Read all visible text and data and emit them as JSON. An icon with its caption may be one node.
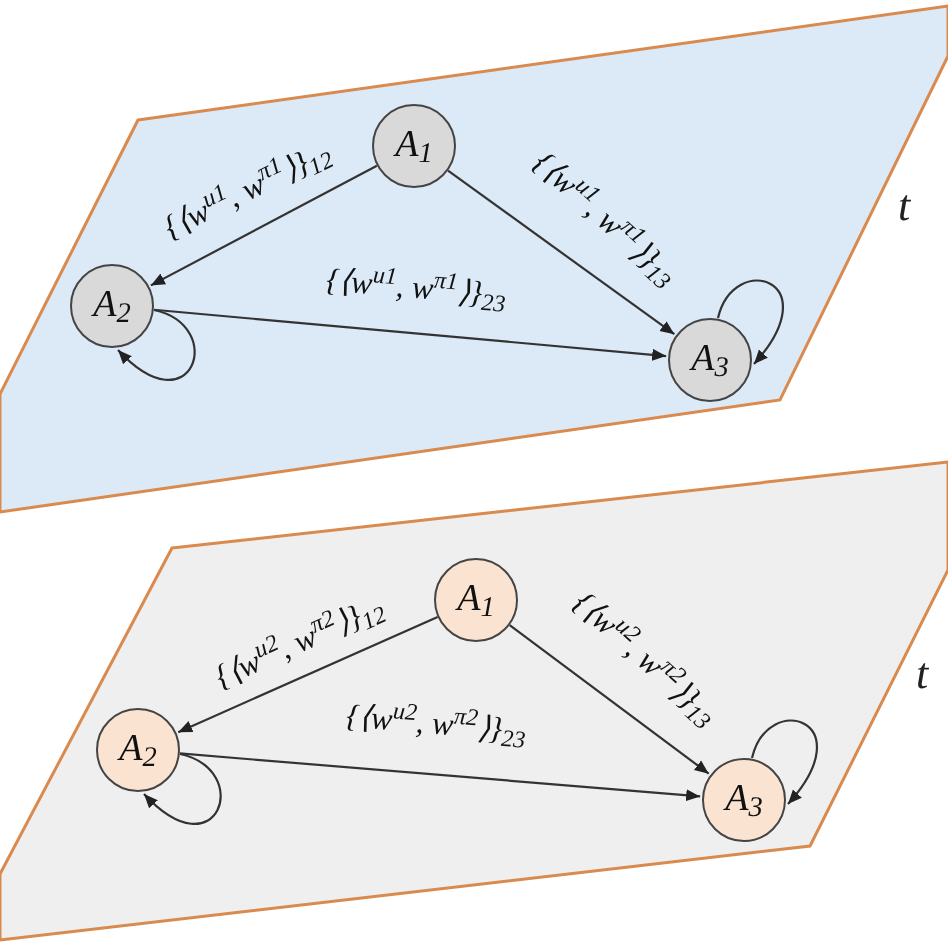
{
  "diagram": {
    "nodes": [
      {
        "text": [],
        "shape": "parallelogram",
        "beside": [
          "t"
        ]
      },
      {
        "text": [
          "A$_{1}$"
        ],
        "in": 0
      },
      {
        "text": [
          "A$_{2}$"
        ],
        "in": 0
      },
      {
        "text": [
          "A$_{3}$"
        ],
        "in": 0
      },
      {
        "text": [],
        "shape": "parallelogram",
        "beside": [
          "t"
        ]
      },
      {
        "text": [
          "A$_{1}$"
        ],
        "in": 4
      },
      {
        "text": [
          "A$_{2}$"
        ],
        "in": 4
      },
      {
        "text": [
          "A$_{3}$"
        ],
        "in": 4
      }
    ],
    "edges": [
      {
        "from": 1,
        "to": 2,
        "arrow": "to",
        "label": "{⟨w$^{u1}$, w$^{π1}$⟩}$_{12}$"
      },
      {
        "from": 1,
        "to": 3,
        "arrow": "to",
        "label": "{⟨w$^{u1}$, w$^{π1}$⟩}$_{13}$"
      },
      {
        "from": 2,
        "to": 3,
        "arrow": "to",
        "label": "{⟨w$^{u1}$, w$^{π1}$⟩}$_{23}$"
      },
      {
        "from": 2,
        "to": 2,
        "arrow": "to"
      },
      {
        "from": 3,
        "to": 3,
        "arrow": "to"
      },
      {
        "from": 5,
        "to": 6,
        "arrow": "to",
        "label": "{⟨w$^{u2}$, w$^{π2}$⟩}$_{12}$"
      },
      {
        "from": 5,
        "to": 7,
        "arrow": "to",
        "label": "{⟨w$^{u2}$, w$^{π2}$⟩}$_{13}$"
      },
      {
        "from": 6,
        "to": 7,
        "arrow": "to",
        "label": "{⟨w$^{u2}$, w$^{π2}$⟩}$_{23}$"
      },
      {
        "from": 6,
        "to": 6,
        "arrow": "to"
      },
      {
        "from": 7,
        "to": 7,
        "arrow": "to"
      }
    ]
  }
}
